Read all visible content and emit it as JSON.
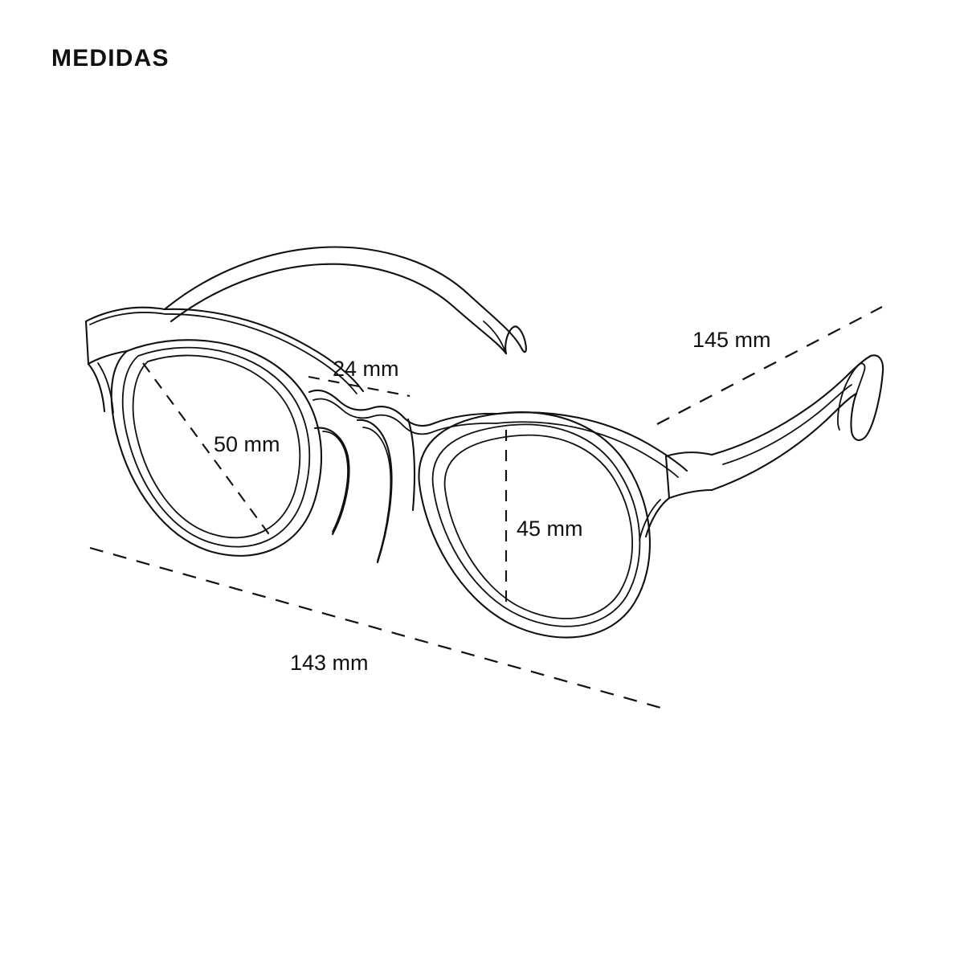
{
  "page": {
    "title": "MEDIDAS",
    "background_color": "#ffffff",
    "line_color": "#111111",
    "text_color": "#111111"
  },
  "diagram": {
    "subject": "eyeglasses-frame-technical-drawing",
    "view": "three-quarter perspective",
    "style": "line art outline, no fill"
  },
  "measurements": {
    "bridge": {
      "label": "24 mm",
      "value": 24,
      "unit": "mm",
      "part": "bridge-width"
    },
    "lens_width": {
      "label": "50 mm",
      "value": 50,
      "unit": "mm",
      "part": "lens-width"
    },
    "lens_height": {
      "label": "45 mm",
      "value": 45,
      "unit": "mm",
      "part": "lens-height"
    },
    "temple_length": {
      "label": "145 mm",
      "value": 145,
      "unit": "mm",
      "part": "temple-arm-length"
    },
    "total_width": {
      "label": "143 mm",
      "value": 143,
      "unit": "mm",
      "part": "total-frame-width"
    }
  }
}
